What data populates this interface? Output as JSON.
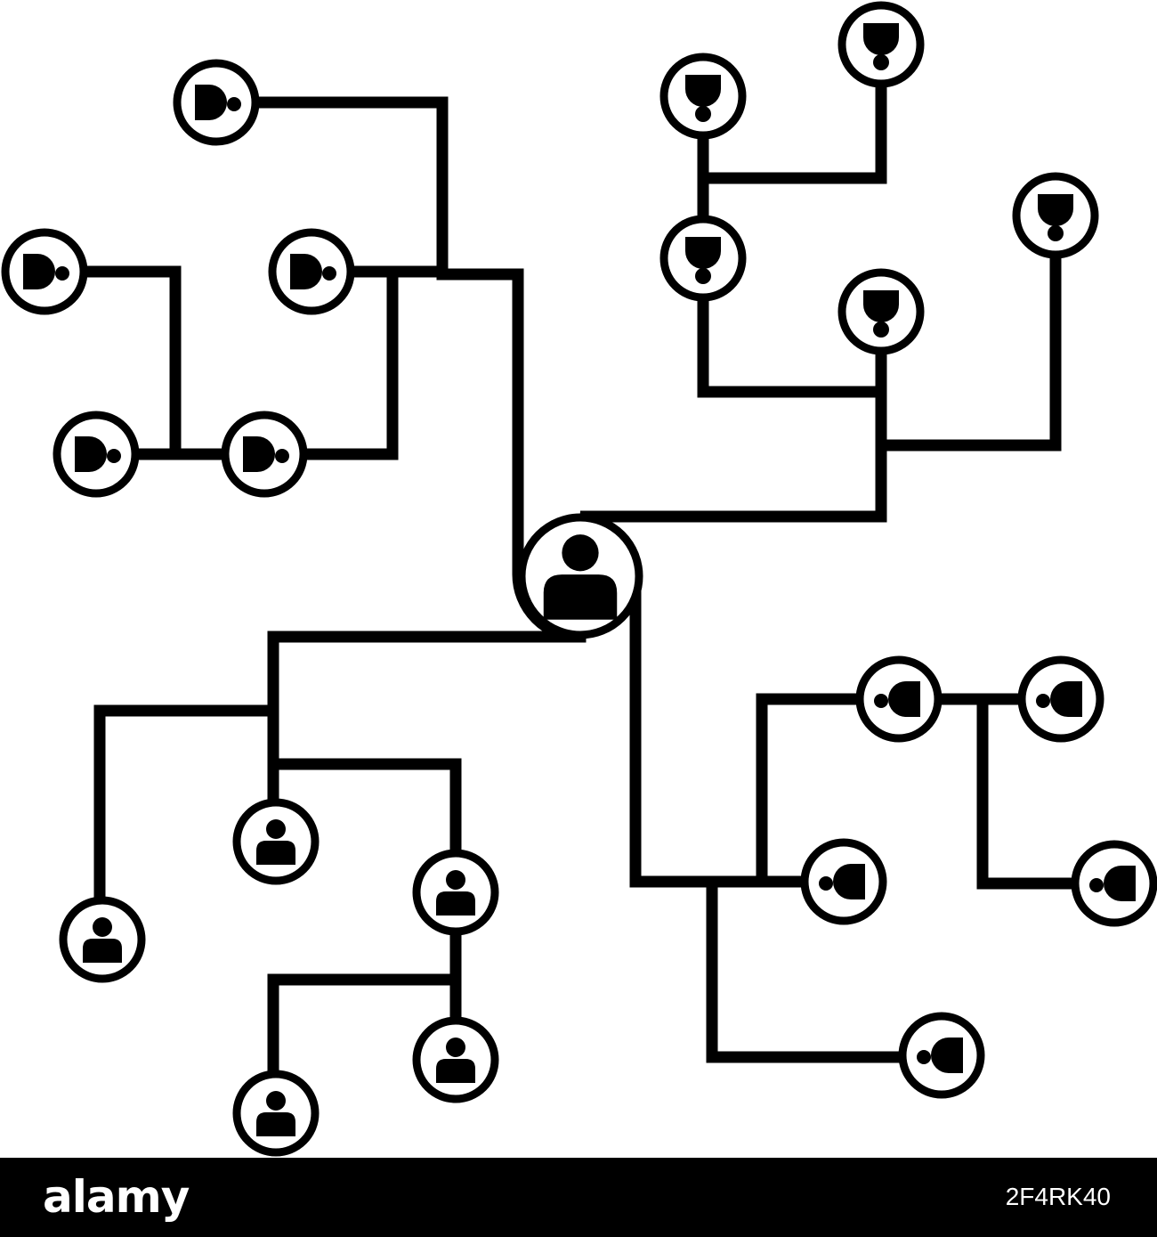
{
  "colors": {
    "stroke": "#000000",
    "background": "#ffffff",
    "footer_bg": "#000000",
    "footer_text": "#ffffff"
  },
  "nodes": [
    {
      "id": "center",
      "icon": "person-up-icon"
    },
    {
      "id": "tl-1",
      "icon": "person-left-icon"
    },
    {
      "id": "tl-2",
      "icon": "person-left-icon"
    },
    {
      "id": "tl-3",
      "icon": "person-left-icon"
    },
    {
      "id": "tl-4",
      "icon": "person-left-icon"
    },
    {
      "id": "tl-5",
      "icon": "person-left-icon"
    },
    {
      "id": "tr-1",
      "icon": "person-down-icon"
    },
    {
      "id": "tr-2",
      "icon": "person-down-icon"
    },
    {
      "id": "tr-3",
      "icon": "person-down-icon"
    },
    {
      "id": "tr-4",
      "icon": "person-down-icon"
    },
    {
      "id": "tr-5",
      "icon": "person-down-icon"
    },
    {
      "id": "br-1",
      "icon": "person-right-icon"
    },
    {
      "id": "br-2",
      "icon": "person-right-icon"
    },
    {
      "id": "br-3",
      "icon": "person-right-icon"
    },
    {
      "id": "br-4",
      "icon": "person-right-icon"
    },
    {
      "id": "br-5",
      "icon": "person-right-icon"
    },
    {
      "id": "bl-1",
      "icon": "person-up-icon"
    },
    {
      "id": "bl-2",
      "icon": "person-up-icon"
    },
    {
      "id": "bl-3",
      "icon": "person-up-icon"
    },
    {
      "id": "bl-4",
      "icon": "person-up-icon"
    },
    {
      "id": "bl-5",
      "icon": "person-up-icon"
    }
  ],
  "footer": {
    "logo": "alamy",
    "image_id": "2F4RK40"
  }
}
